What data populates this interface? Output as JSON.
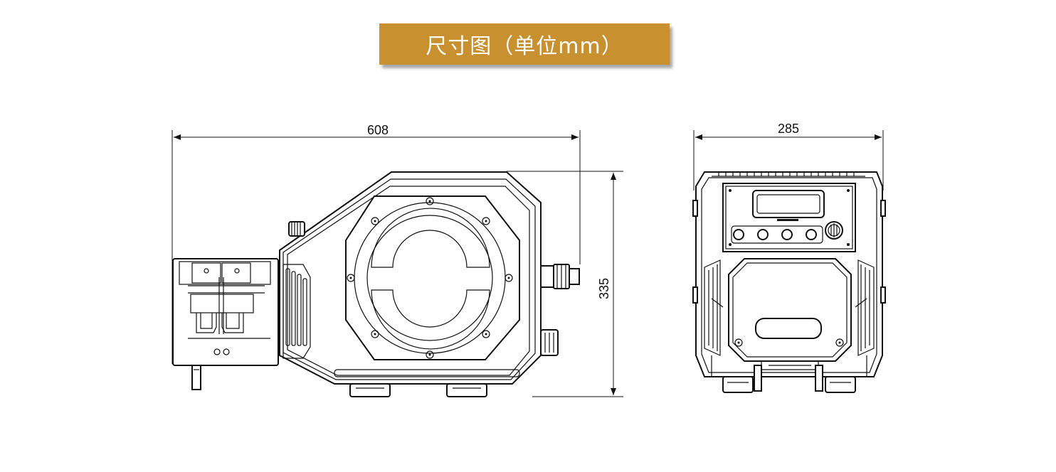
{
  "title": "尺寸图（单位mm）",
  "dimensions": {
    "front_width": "608",
    "front_height": "335",
    "side_width": "285"
  }
}
